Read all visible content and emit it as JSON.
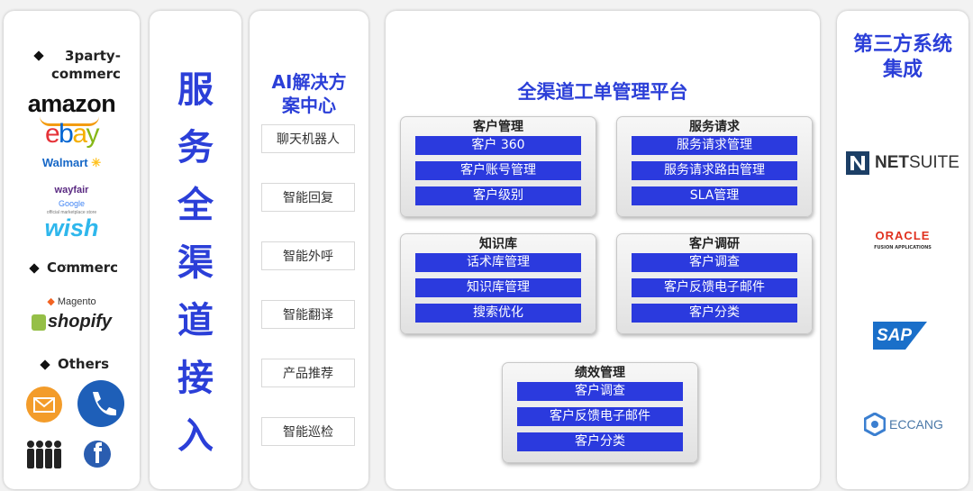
{
  "channels": {
    "group1": "3party-\ncommerc",
    "brands1": [
      "amazon",
      "ebay",
      "Walmart",
      "wayfair",
      "Google",
      "official marketplace store",
      "wish"
    ],
    "ellipsis": ".......",
    "group2": "Commerc",
    "brands2": [
      "Magento",
      "shopify"
    ],
    "group3": "Others",
    "icons": [
      "email-icon",
      "phone-icon",
      "people-icon",
      "facebook-icon"
    ]
  },
  "access": {
    "chars": [
      "服",
      "务",
      "全",
      "渠",
      "道",
      "接",
      "入"
    ]
  },
  "ai": {
    "title_line1": "AI解决方",
    "title_line2": "案中心",
    "items": [
      "聊天机器人",
      "智能回复",
      "智能外呼",
      "智能翻译",
      "产品推荐",
      "智能巡检"
    ]
  },
  "platform": {
    "title": "全渠道工单管理平台",
    "modules": [
      {
        "title": "客户管理",
        "items": [
          "客户 360",
          "客户账号管理",
          "客户级别"
        ]
      },
      {
        "title": "服务请求",
        "items": [
          "服务请求管理",
          "服务请求路由管理",
          "SLA管理"
        ]
      },
      {
        "title": "知识库",
        "items": [
          "话术库管理",
          "知识库管理",
          "搜索优化"
        ]
      },
      {
        "title": "客户调研",
        "items": [
          "客户调查",
          "客户反馈电子邮件",
          "客户分类"
        ]
      },
      {
        "title": "绩效管理",
        "items": [
          "客户调查",
          "客户反馈电子邮件",
          "客户分类"
        ]
      }
    ]
  },
  "thirdparty": {
    "title_line1": "第三方系统",
    "title_line2": "集成",
    "netsuite_a": "NET",
    "netsuite_b": "SUITE",
    "oracle": "ORACLE",
    "oracle_sub": "FUSION APPLICATIONS",
    "sap": "SAP",
    "eccang": "ECCANG"
  },
  "colors": {
    "accent": "#2b3fd8",
    "bar": "#2b3ade"
  }
}
